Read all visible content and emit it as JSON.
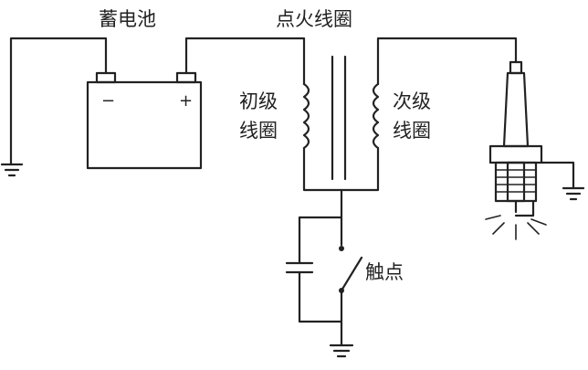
{
  "labels": {
    "battery": "蓄电池",
    "ignition_coil": "点火线圈",
    "primary_coil_line1": "初级",
    "primary_coil_line2": "线圈",
    "secondary_coil_line1": "次级",
    "secondary_coil_line2": "线圈",
    "contact": "触点"
  },
  "battery_terminals": {
    "negative": "−",
    "positive": "+"
  }
}
